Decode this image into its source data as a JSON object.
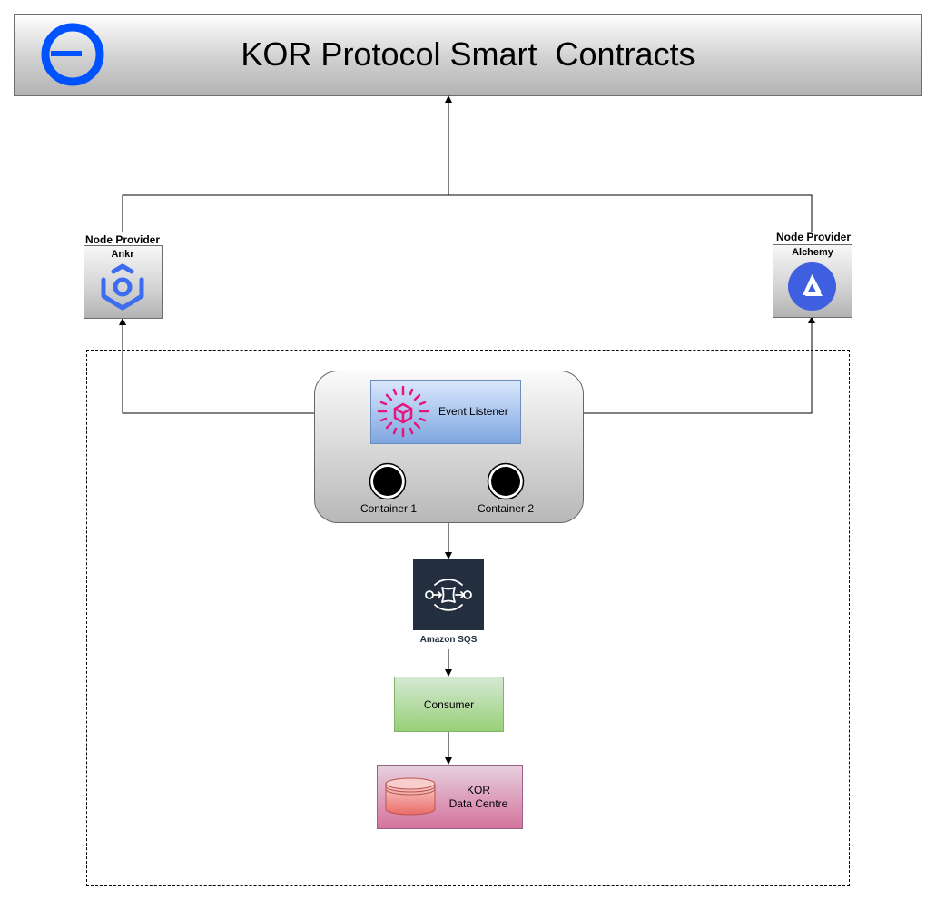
{
  "header": {
    "title": "KOR Protocol Smart  Contracts",
    "logo_icon": "kor-logo-icon",
    "logo_color": "#0052ff"
  },
  "providers": {
    "ankr": {
      "role": "Node Provider",
      "name": "Ankr",
      "icon": "ankr-logo-icon",
      "color": "#3c6cf0"
    },
    "alchemy": {
      "role": "Node Provider",
      "name": "Alchemy",
      "icon": "alchemy-logo-icon",
      "color": "#3e5fe0"
    }
  },
  "listener": {
    "event_label": "Event Listener",
    "icon": "event-listener-icon",
    "icon_color": "#e7157b",
    "containers": [
      "Container 1",
      "Container 2"
    ]
  },
  "sqs": {
    "label": "Amazon SQS",
    "icon": "amazon-sqs-icon"
  },
  "consumer": {
    "label": "Consumer"
  },
  "data_centre": {
    "line1": "KOR",
    "line2": "Data Centre",
    "icon": "database-icon"
  }
}
